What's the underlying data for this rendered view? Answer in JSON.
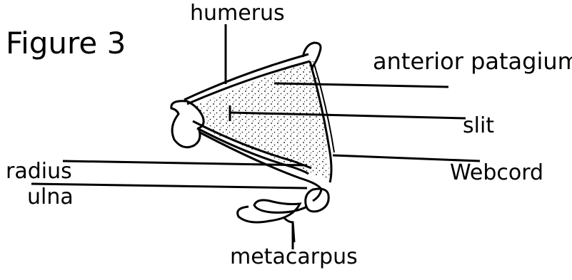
{
  "figure": {
    "title": "Figure 3",
    "labels": {
      "humerus": "humerus",
      "anterior_patagium": "anterior patagium",
      "slit": "slit",
      "radius": "radius",
      "webcord": "Webcord",
      "ulna": "ulna",
      "metacarpus": "metacarpus"
    },
    "colors": {
      "ink": "#000000",
      "background": "#ffffff"
    }
  }
}
